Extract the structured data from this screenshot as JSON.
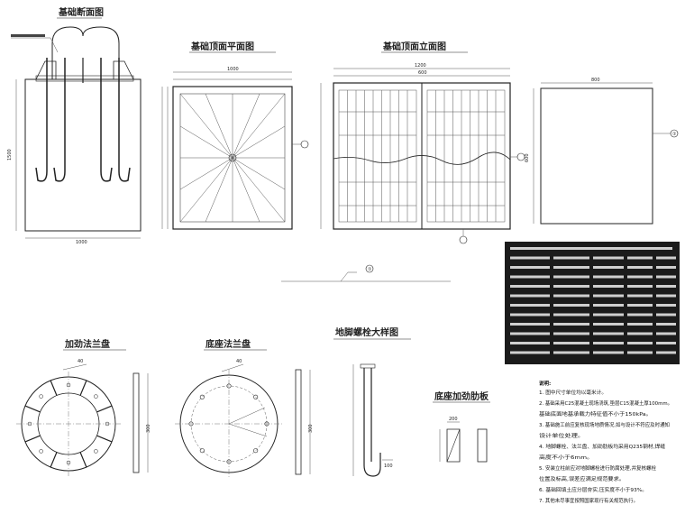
{
  "titles": {
    "foundation_section": "基础断面图",
    "foundation_plan": "基础顶面平面图",
    "foundation_elevation": "基础顶面立面图",
    "top_flange": "加劲法兰盘",
    "bottom_flange": "底座法兰盘",
    "anchor_bolt": "地脚螺栓大样图",
    "base_stiffener": "底座加劲肋板"
  },
  "labels": {
    "sec_left_dim": "1500",
    "sec_bottom_dim": "1000",
    "plan_top_dim": "1000",
    "elev_top_dim": "1200",
    "elev_top_dim2": "600",
    "panel_top_dim": "800",
    "panel_side_dim": "600",
    "circle_callout": "①",
    "flange_dim_a": "40",
    "flange_dim_b": "300",
    "bolt_dim": "100",
    "stiff_dim": "200"
  },
  "notes": {
    "heading": "说明:",
    "lines": [
      "1. 图中尺寸单位均以毫米计。",
      "2. 基础采用C25混凝土现场浇筑,垫层C15混凝土厚100mm。",
      "   基础底面地基承载力特征值不小于150kPa。",
      "3. 基础施工前应复核现场地质情况,如与设计不符应及时通知",
      "   设计单位处理。",
      "4. 地脚螺栓、法兰盘、加劲肋板均采用Q235钢材,焊缝",
      "   高度不小于6mm。",
      "5. 安装立柱前应对地脚螺栓进行防腐处理,并复核螺栓",
      "   位置及标高,误差应满足规范要求。",
      "6. 基础回填土应分层夯实,压实度不小于93%。",
      "7. 其他未尽事宜按照国家现行有关规范执行。"
    ]
  },
  "table": {
    "rows": 12,
    "cols": 5
  }
}
